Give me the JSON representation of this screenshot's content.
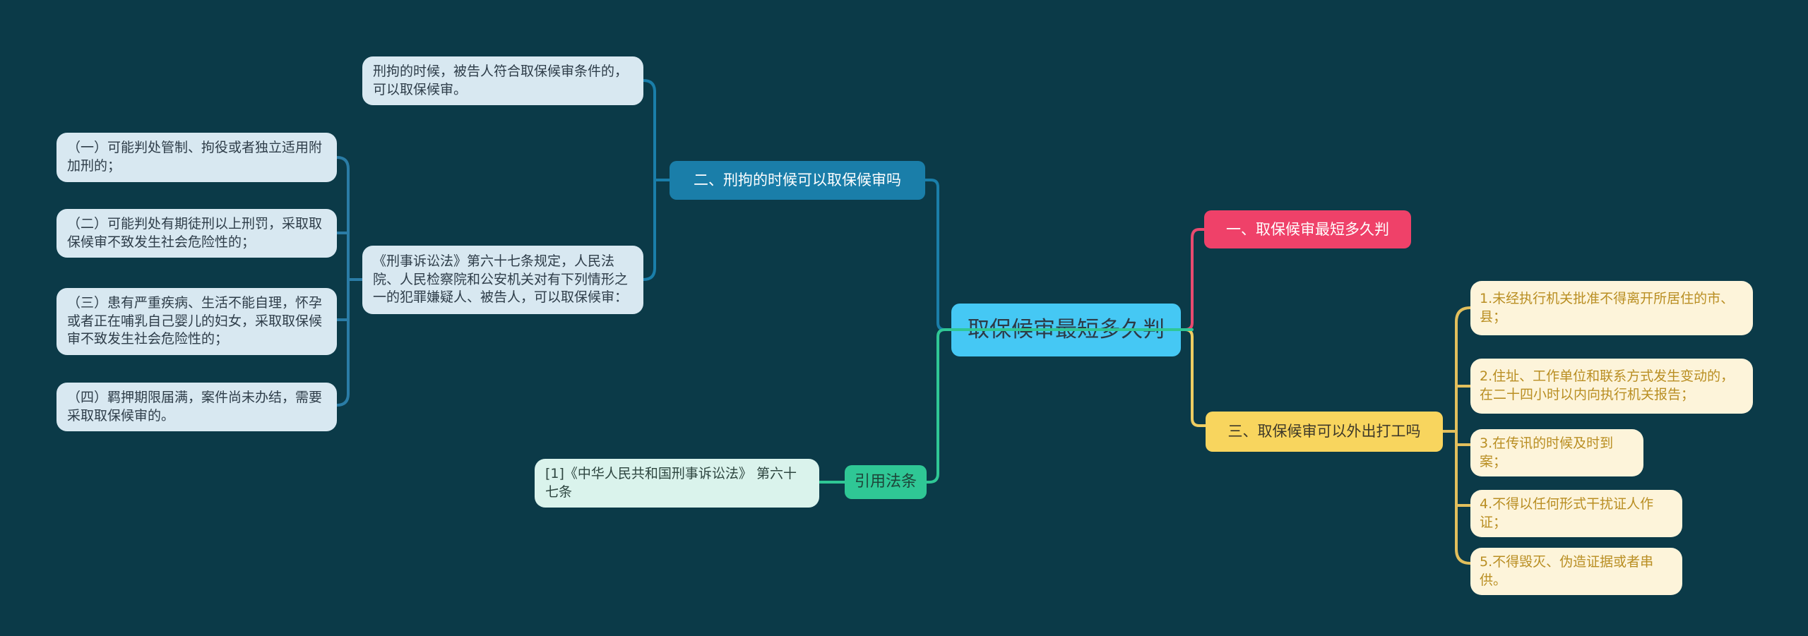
{
  "colors": {
    "background": "#0b3a48",
    "root_fill": "#45c8f4",
    "q1_fill": "#ef4169",
    "q2_fill": "#1a7ea9",
    "q3_fill": "#f8d55e",
    "cite_fill": "#2fc795",
    "note_fill": "#d8e8f1",
    "cite_ref_fill": "#daf3ec",
    "obligation_fill": "#fdf4da",
    "obligation_text": "#b98e22",
    "line_blue": "#1a7ea9",
    "line_teal": "#2a7ca6",
    "line_green": "#2fc795",
    "line_pink": "#e94a6f",
    "line_yellow": "#eecd62",
    "line_gold": "#e2bf5c"
  },
  "map": {
    "root": {
      "label": "取保候审最短多久判"
    },
    "question1": {
      "label": "一、取保候审最短多久判"
    },
    "question2": {
      "label": "二、刑拘的时候可以取保候审吗"
    },
    "question3": {
      "label": "三、取保候审可以外出打工吗"
    },
    "citation": {
      "label": "引用法条"
    },
    "citation_ref": {
      "label": "[1]《中华人民共和国刑事诉讼法》 第六十七条"
    },
    "answer2": {
      "label": "刑拘的时候，被告人符合取保候审条件的，可以取保候审。"
    },
    "law67": {
      "label": "《刑事诉讼法》第六十七条规定，人民法院、人民检察院和公安机关对有下列情形之一的犯罪嫌疑人、被告人，可以取保候审："
    },
    "conditions": [
      {
        "label": "（一）可能判处管制、拘役或者独立适用附加刑的；"
      },
      {
        "label": "（二）可能判处有期徒刑以上刑罚，采取取保候审不致发生社会危险性的；"
      },
      {
        "label": "（三）患有严重疾病、生活不能自理，怀孕或者正在哺乳自己婴儿的妇女，采取取保候审不致发生社会危险性的；"
      },
      {
        "label": "（四）羁押期限届满，案件尚未办结，需要采取取保候审的。"
      }
    ],
    "obligations": [
      {
        "label": "1.未经执行机关批准不得离开所居住的市、县；"
      },
      {
        "label": "2.住址、工作单位和联系方式发生变动的，在二十四小时以内向执行机关报告；"
      },
      {
        "label": "3.在传讯的时候及时到案；"
      },
      {
        "label": "4.不得以任何形式干扰证人作证；"
      },
      {
        "label": "5.不得毁灭、伪造证据或者串供。"
      }
    ]
  }
}
